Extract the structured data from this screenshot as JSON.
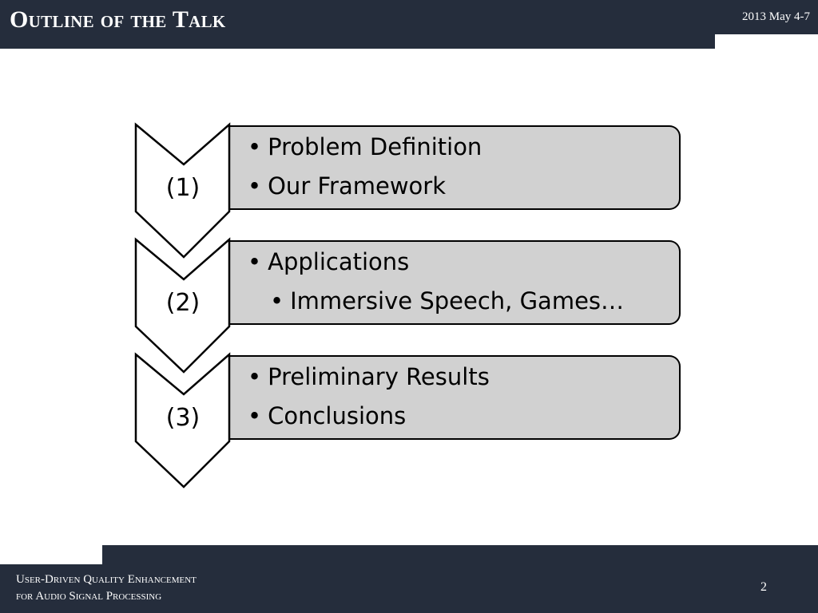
{
  "header": {
    "title": "Outline of the Talk",
    "date": "2013 May 4-7"
  },
  "steps": [
    {
      "label": "(1)",
      "bullets": [
        {
          "text": "Problem Definition",
          "level": 1
        },
        {
          "text": "Our Framework",
          "level": 1
        }
      ]
    },
    {
      "label": "(2)",
      "bullets": [
        {
          "text": "Applications",
          "level": 1
        },
        {
          "text": "Immersive Speech, Games…",
          "level": 2
        }
      ]
    },
    {
      "label": "(3)",
      "bullets": [
        {
          "text": "Preliminary Results",
          "level": 1
        },
        {
          "text": "Conclusions",
          "level": 1
        }
      ]
    }
  ],
  "footer": {
    "line1": "User-Driven Quality Enhancement",
    "line2": "for Audio Signal Processing",
    "page_number": "2"
  },
  "colors": {
    "bar": "#252d3c",
    "box_fill": "#d1d1d1",
    "chevron_fill": "#ffffff",
    "outline": "#000000"
  }
}
